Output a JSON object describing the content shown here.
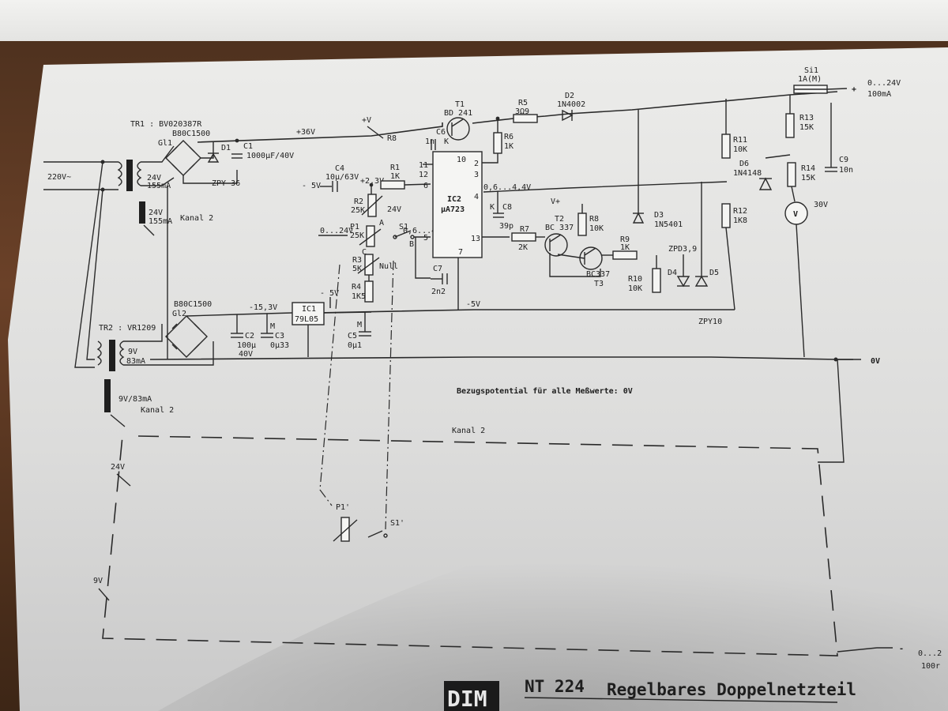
{
  "title": {
    "code": "NT 224",
    "text": "Regelbares Doppelnetzteil"
  },
  "note": "Bezugspotential für alle Meßwerte: 0V",
  "kanal2_box": "Kanal 2",
  "transformers": {
    "tr1": {
      "name": "TR1 : BV020387R",
      "sec": "24V",
      "cur": "155mA",
      "k2_v": "24V",
      "k2_i": "155mA",
      "k2_l": "Kanal 2"
    },
    "tr2": {
      "name": "TR2 : VR1209",
      "sec": "9V",
      "cur": "83mA",
      "k2": "9V/83mA",
      "k2_l": "Kanal 2"
    },
    "mains": "220V~"
  },
  "rectifiers": {
    "gl1": {
      "name": "Gl1",
      "type": "B80C1500"
    },
    "gl2": {
      "name": "Gl2",
      "type": "B80C1500"
    }
  },
  "components": {
    "d1": "D1",
    "zpy36": "ZPY 36",
    "c1": "C1",
    "c1v": "1000µF/40V",
    "c4": "C4",
    "c4v": "10µ/63V",
    "r1": "R1",
    "r1v": "1K",
    "r2": "R2",
    "r2v": "25K",
    "p1": "P1",
    "p1v": "25K",
    "r3": "R3",
    "r3v": "5K",
    "null": "Null",
    "r4": "R4",
    "r4v": "1K5",
    "c5": "C5",
    "c5v": "0µ1",
    "ic1": "IC1",
    "ic1v": "79L05",
    "c2": "C2",
    "c2v": "100µ",
    "c2vv": "40V",
    "c3": "C3",
    "c3v": "0µ33",
    "t1": "T1",
    "t1v": "BD 241",
    "c6": "C6",
    "c6v": "1n",
    "r5": "R5",
    "r5v": "3Ω9",
    "d2": "D2",
    "d2v": "1N4002",
    "r6": "R6",
    "r6v": "1K",
    "ic2": "IC2",
    "ic2v": "µA723",
    "c8": "C8",
    "c8v": "39p",
    "r7": "R7",
    "r7v": "2K",
    "c7": "C7",
    "c7v": "2n2",
    "t2": "T2",
    "t2v": "BC 337",
    "t3": "T3",
    "t3v": "BC337",
    "r8": "R8",
    "r8v": "10K",
    "r9": "R9",
    "r9v": "1K",
    "r10": "R10",
    "r10v": "10K",
    "d3": "D3",
    "d3v": "1N5401",
    "d4": "D4",
    "zpd": "ZPD3,9",
    "d5": "D5",
    "zpy10": "ZPY10",
    "r11": "R11",
    "r11v": "10K",
    "r12": "R12",
    "r12v": "1K8",
    "d6": "D6",
    "d6v": "1N4148",
    "r13": "R13",
    "r13v": "15K",
    "r14": "R14",
    "r14v": "15K",
    "vm": "V",
    "vm30": "30V",
    "c9": "C9",
    "c9v": "10n",
    "si1": "Si1",
    "si1v": "1A(M)",
    "s1": "S1",
    "p1p": "P1'",
    "s1p": "S1'"
  },
  "nets": {
    "v36": "+36V",
    "pv": "+V",
    "r8n": "R8",
    "m5v": "- 5V",
    "p23": "+2,3V",
    "r24": "24V",
    "p024": "0...24V",
    "s1r": "0,6...4,4V",
    "rng": "0,6...4,4V",
    "vplus": "V+",
    "m153": "-15,3V",
    "m5b": "- 5V",
    "m5c": "-5V",
    "pinA": "A",
    "pinB": "B",
    "pinC": "C",
    "mM": "M",
    "mM2": "M",
    "kanal_k": "K",
    "kanal_k2": "K",
    "k24": "24V",
    "k9": "9V"
  },
  "pins": {
    "p11": "11",
    "p12": "12",
    "p6": "6",
    "p5": "5",
    "p10": "10",
    "p2": "2",
    "p3": "3",
    "p4": "4",
    "p13": "13",
    "p7": "7"
  },
  "terminals": {
    "plus": "+",
    "out": "0...24V",
    "out_i": "100mA",
    "zero": "0V",
    "minus": "-",
    "out2": "0...2",
    "out2_i": "100r"
  }
}
